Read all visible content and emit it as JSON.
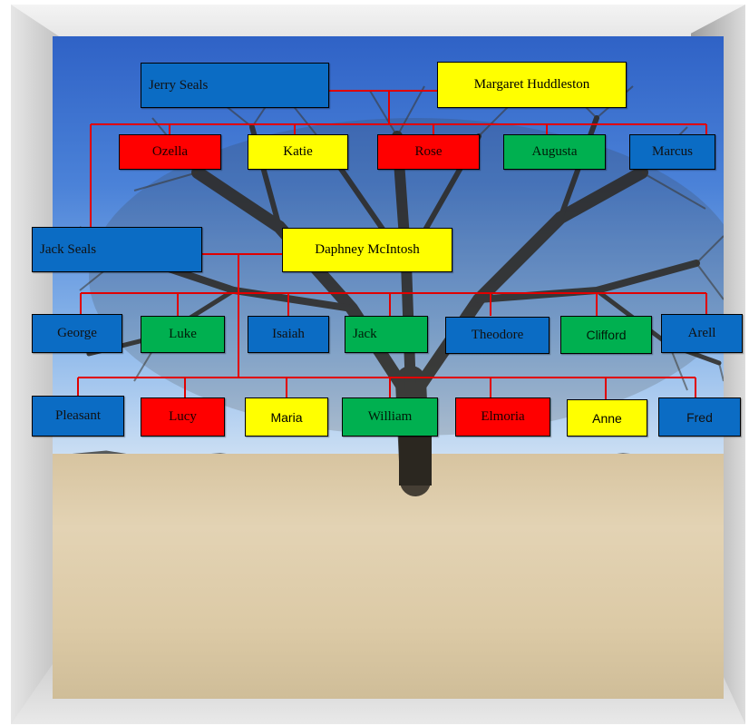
{
  "colors": {
    "blue": "#0b6cc4",
    "yellow": "#ffff00",
    "red": "#ff0000",
    "green": "#00b050",
    "line": "#e00000"
  },
  "parents1": {
    "father": "Jerry Seals",
    "mother": "Margaret Huddleston"
  },
  "gen1": [
    {
      "name": "Ozella",
      "color": "red"
    },
    {
      "name": "Katie",
      "color": "yellow"
    },
    {
      "name": "Rose",
      "color": "red"
    },
    {
      "name": "Augusta",
      "color": "green"
    },
    {
      "name": "Marcus",
      "color": "blue"
    }
  ],
  "parents2": {
    "father": "Jack Seals",
    "mother": "Daphney McIntosh"
  },
  "gen2a": [
    {
      "name": "George",
      "color": "blue"
    },
    {
      "name": "Luke",
      "color": "green"
    },
    {
      "name": "Isaiah",
      "color": "blue"
    },
    {
      "name": "Jack",
      "color": "green"
    },
    {
      "name": "Theodore",
      "color": "blue"
    },
    {
      "name": "Clifford",
      "color": "green"
    },
    {
      "name": "Arell",
      "color": "blue"
    }
  ],
  "gen2b": [
    {
      "name": "Pleasant",
      "color": "blue"
    },
    {
      "name": "Lucy",
      "color": "red"
    },
    {
      "name": "Maria",
      "color": "yellow"
    },
    {
      "name": "William",
      "color": "green"
    },
    {
      "name": "Elmoria",
      "color": "red"
    },
    {
      "name": "Anne",
      "color": "yellow"
    },
    {
      "name": "Fred",
      "color": "blue"
    }
  ]
}
